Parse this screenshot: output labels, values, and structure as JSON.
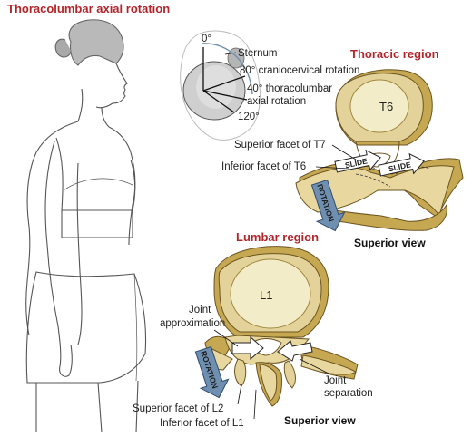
{
  "title": "Thoracolumbar axial rotation",
  "head_diagram": {
    "angle_0": "0°",
    "sternum": "Sternum",
    "craniocervical": "80° craniocervical rotation",
    "thoracolumbar_line1": "40° thoracolumbar",
    "thoracolumbar_line2": "axial rotation",
    "angle_120": "120°"
  },
  "thoracic": {
    "title": "Thoracic region",
    "vertebra": "T6",
    "superior_facet": "Superior facet of T7",
    "inferior_facet": "Inferior facet of T6",
    "slide_1": "SLIDE",
    "slide_2": "SLIDE",
    "rotation": "ROTATION",
    "view": "Superior view"
  },
  "lumbar": {
    "title": "Lumbar region",
    "vertebra": "L1",
    "joint_approx_line1": "Joint",
    "joint_approx_line2": "approximation",
    "joint_sep_line1": "Joint",
    "joint_sep_line2": "separation",
    "superior_facet": "Superior facet of L2",
    "inferior_facet": "Inferior facet of L1",
    "rotation": "ROTATION",
    "view": "Superior view"
  },
  "colors": {
    "title_red": "#b1262b",
    "bone_light": "#f3ecc9",
    "bone_mid": "#e3d39a",
    "bone_dark": "#c7a852",
    "arrow_blue": "#6f8fb1"
  }
}
